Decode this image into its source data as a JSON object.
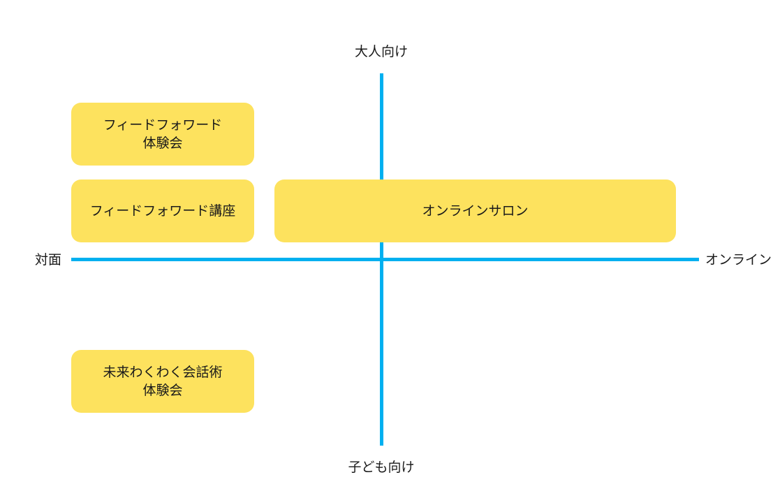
{
  "axes": {
    "top": "大人向け",
    "bottom": "子ども向け",
    "left": "対面",
    "right": "オンライン",
    "color": "#00b0f0"
  },
  "items": {
    "taiken": {
      "line1": "フィードフォワード",
      "line2": "体験会"
    },
    "kouza": {
      "line1": "フィードフォワード講座"
    },
    "salon": {
      "line1": "オンラインサロン"
    },
    "waku": {
      "line1": "未来わくわく会話術",
      "line2": "体験会"
    }
  },
  "colors": {
    "box": "#fde25e",
    "text": "#1a1a1a"
  }
}
